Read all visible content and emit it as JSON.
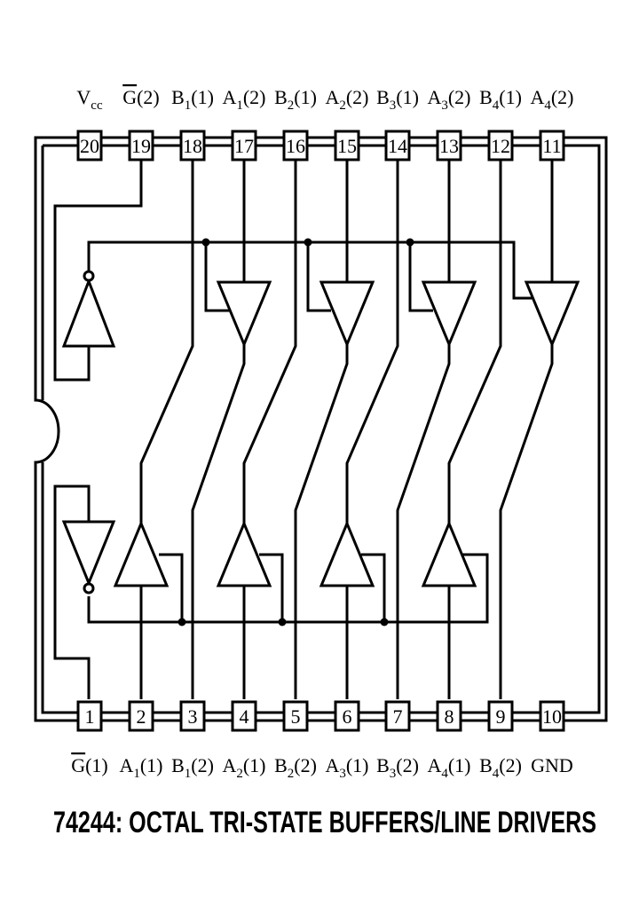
{
  "title": "74244: OCTAL TRI-STATE BUFFERS/LINE DRIVERS",
  "top_pins": [
    {
      "number": "20",
      "label": [
        [
          "V",
          ""
        ],
        [
          "cc",
          "sub"
        ]
      ]
    },
    {
      "number": "19",
      "label": [
        [
          "G",
          "over"
        ],
        [
          "(2)",
          ""
        ]
      ]
    },
    {
      "number": "18",
      "label": [
        [
          "B",
          ""
        ],
        [
          "1",
          "sub"
        ],
        [
          "(1)",
          ""
        ]
      ]
    },
    {
      "number": "17",
      "label": [
        [
          "A",
          ""
        ],
        [
          "1",
          "sub"
        ],
        [
          "(2)",
          ""
        ]
      ]
    },
    {
      "number": "16",
      "label": [
        [
          "B",
          ""
        ],
        [
          "2",
          "sub"
        ],
        [
          "(1)",
          ""
        ]
      ]
    },
    {
      "number": "15",
      "label": [
        [
          "A",
          ""
        ],
        [
          "2",
          "sub"
        ],
        [
          "(2)",
          ""
        ]
      ]
    },
    {
      "number": "14",
      "label": [
        [
          "B",
          ""
        ],
        [
          "3",
          "sub"
        ],
        [
          "(1)",
          ""
        ]
      ]
    },
    {
      "number": "13",
      "label": [
        [
          "A",
          ""
        ],
        [
          "3",
          "sub"
        ],
        [
          "(2)",
          ""
        ]
      ]
    },
    {
      "number": "12",
      "label": [
        [
          "B",
          ""
        ],
        [
          "4",
          "sub"
        ],
        [
          "(1)",
          ""
        ]
      ]
    },
    {
      "number": "11",
      "label": [
        [
          "A",
          ""
        ],
        [
          "4",
          "sub"
        ],
        [
          "(2)",
          ""
        ]
      ]
    }
  ],
  "bottom_pins": [
    {
      "number": "1",
      "label": [
        [
          "G",
          "over"
        ],
        [
          "(1)",
          ""
        ]
      ]
    },
    {
      "number": "2",
      "label": [
        [
          "A",
          ""
        ],
        [
          "1",
          "sub"
        ],
        [
          "(1)",
          ""
        ]
      ]
    },
    {
      "number": "3",
      "label": [
        [
          "B",
          ""
        ],
        [
          "1",
          "sub"
        ],
        [
          "(2)",
          ""
        ]
      ]
    },
    {
      "number": "4",
      "label": [
        [
          "A",
          ""
        ],
        [
          "2",
          "sub"
        ],
        [
          "(1)",
          ""
        ]
      ]
    },
    {
      "number": "5",
      "label": [
        [
          "B",
          ""
        ],
        [
          "2",
          "sub"
        ],
        [
          "(2)",
          ""
        ]
      ]
    },
    {
      "number": "6",
      "label": [
        [
          "A",
          ""
        ],
        [
          "3",
          "sub"
        ],
        [
          "(1)",
          ""
        ]
      ]
    },
    {
      "number": "7",
      "label": [
        [
          "B",
          ""
        ],
        [
          "3",
          "sub"
        ],
        [
          "(2)",
          ""
        ]
      ]
    },
    {
      "number": "8",
      "label": [
        [
          "A",
          ""
        ],
        [
          "4",
          "sub"
        ],
        [
          "(1)",
          ""
        ]
      ]
    },
    {
      "number": "9",
      "label": [
        [
          "B",
          ""
        ],
        [
          "4",
          "sub"
        ],
        [
          "(2)",
          ""
        ]
      ]
    },
    {
      "number": "10",
      "label": [
        [
          "GND",
          ""
        ]
      ]
    }
  ],
  "colors": {
    "ink": "#000000",
    "paper": "#ffffff"
  }
}
